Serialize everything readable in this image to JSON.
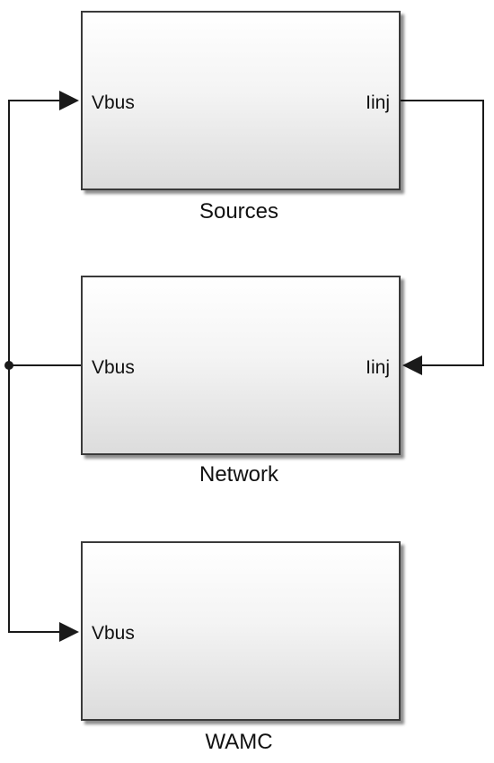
{
  "blocks": {
    "sources": {
      "name": "Sources",
      "in_port": "Vbus",
      "out_port": "Iinj"
    },
    "network": {
      "name": "Network",
      "in_port": "Vbus",
      "out_port": "Iinj"
    },
    "wamc": {
      "name": "WAMC",
      "in_port": "Vbus"
    }
  },
  "colors": {
    "line": "#1a1a1a",
    "block_border": "#3a3a3a",
    "block_fill_top": "#ffffff",
    "block_fill_bottom": "#dcdcdc"
  }
}
